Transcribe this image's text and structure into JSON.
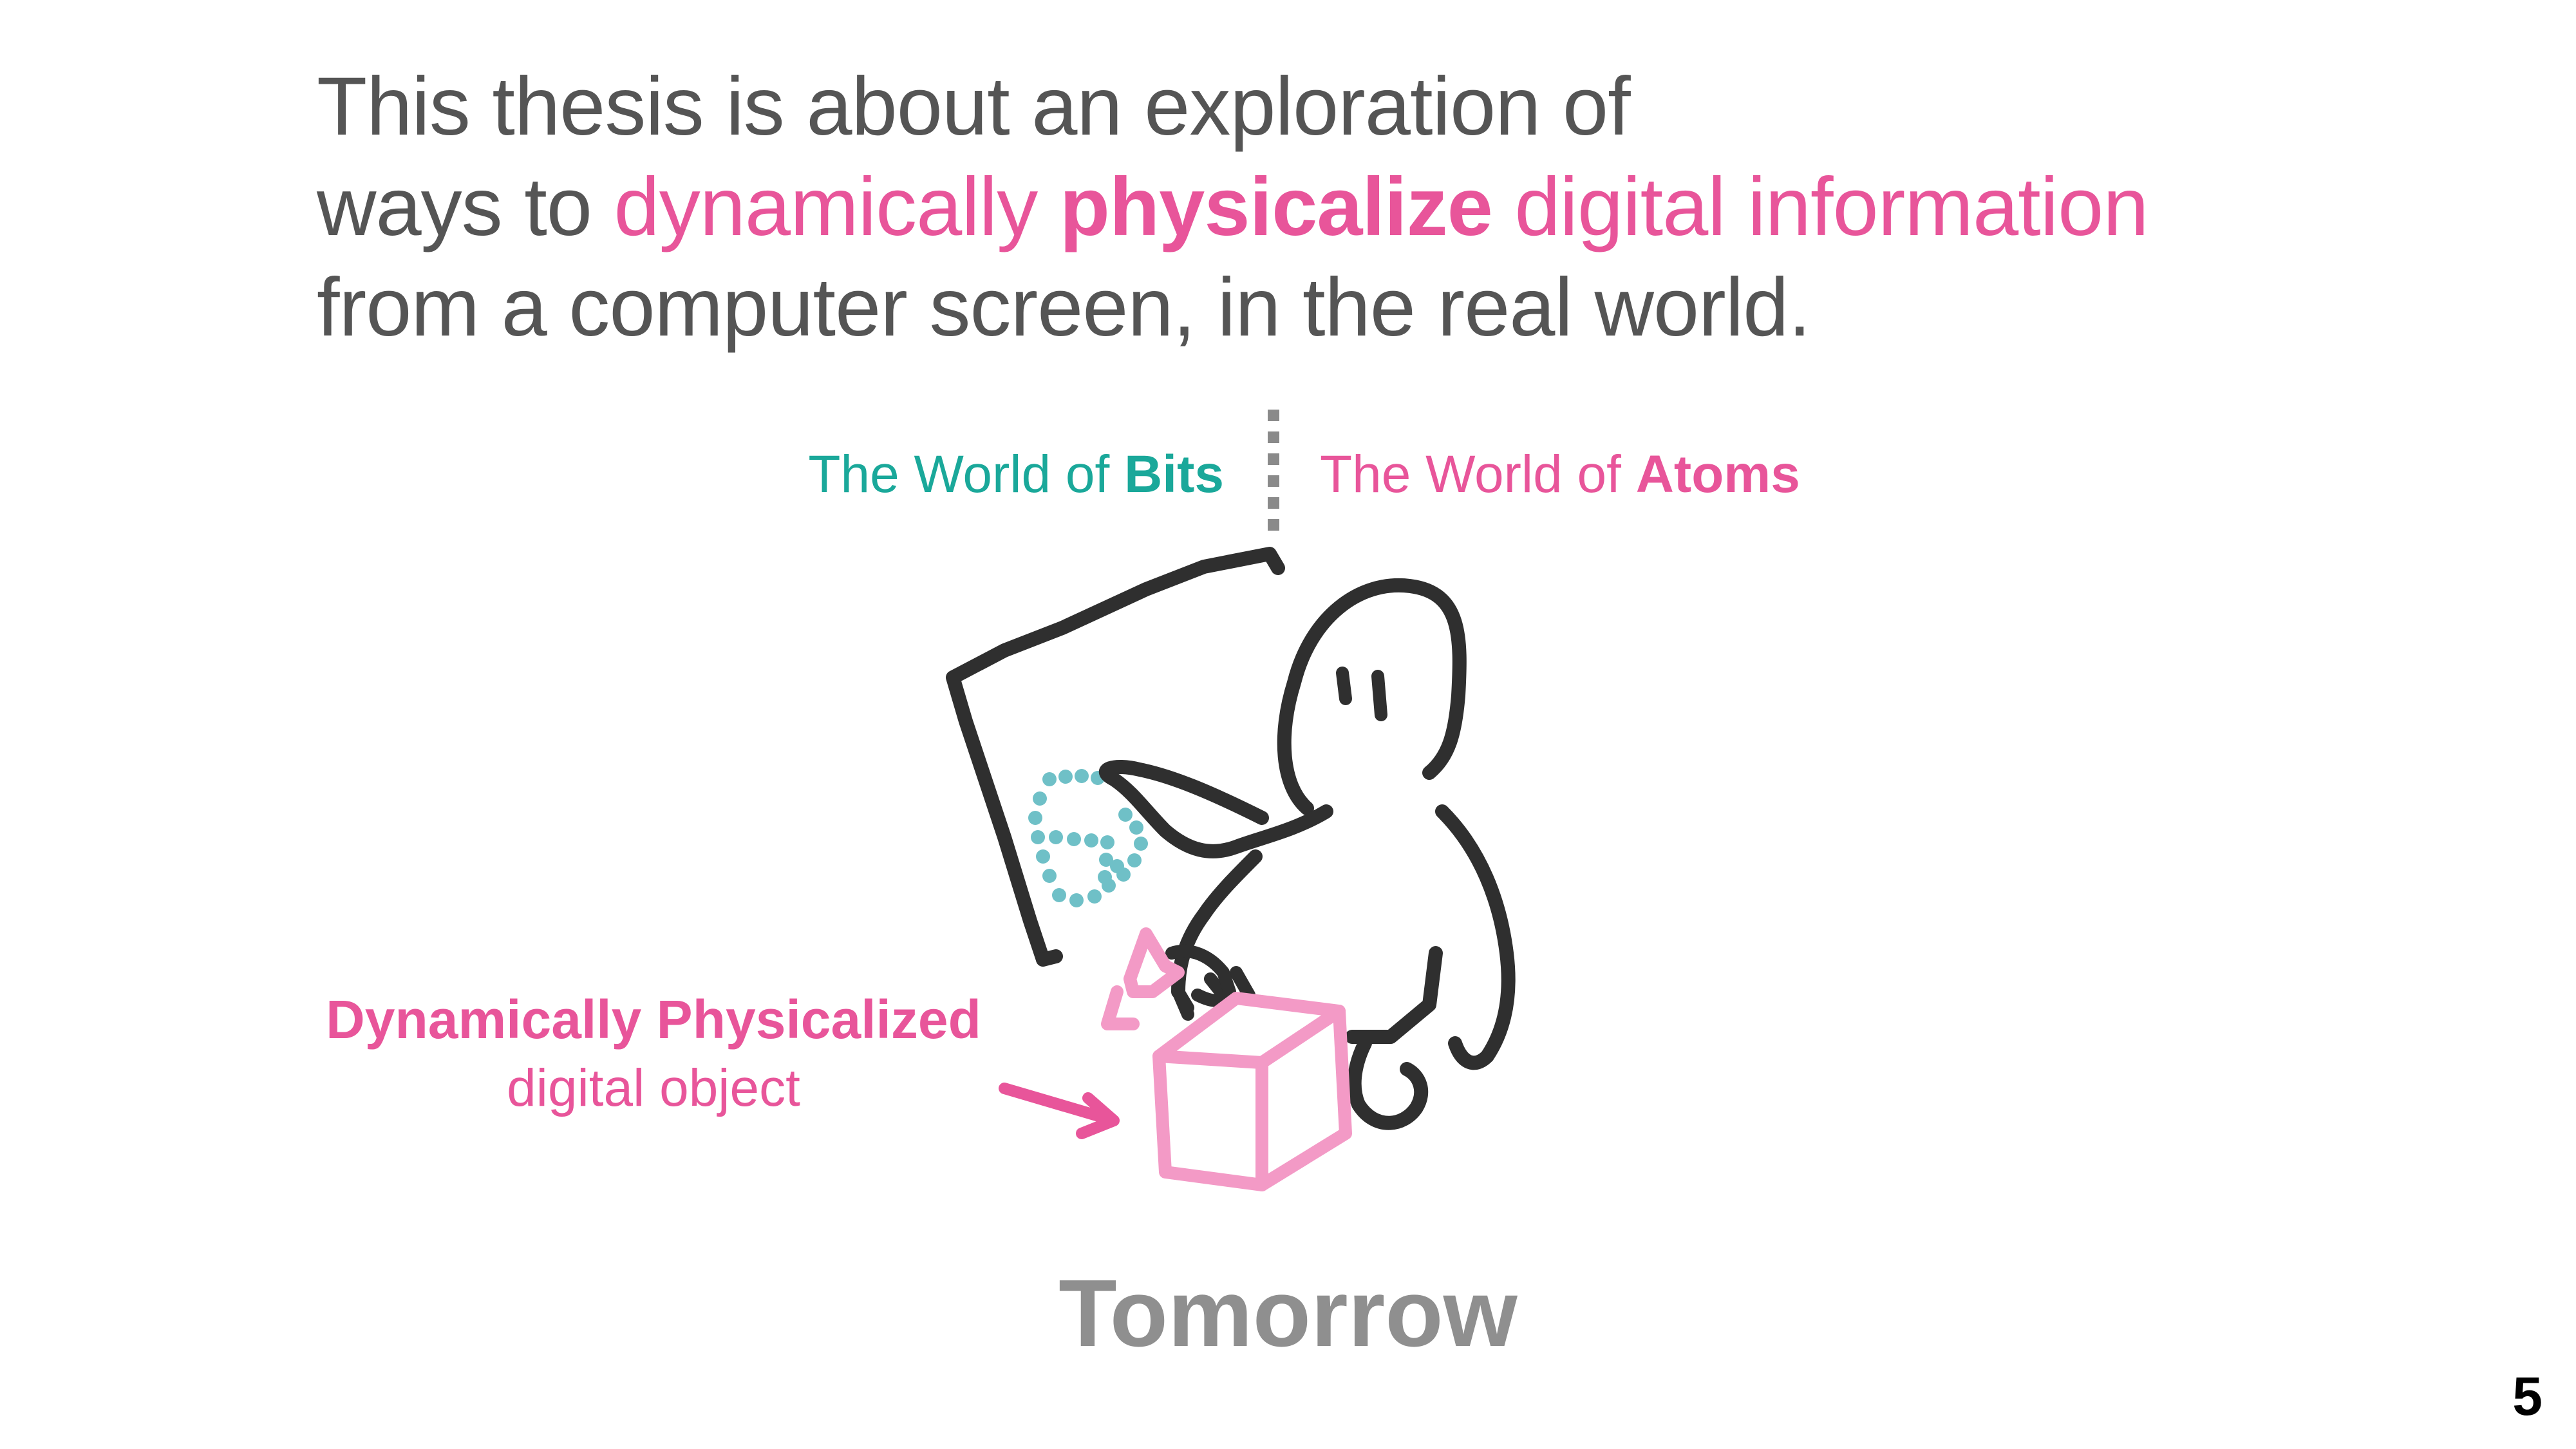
{
  "headline": {
    "line1": "This thesis is about an exploration of",
    "line2_pre": "ways to ",
    "line2_pink": "dynamically",
    "line2_space": " ",
    "line2_bold": "physicalize",
    "line2_post": " digital information",
    "line3": "from a computer screen, in the real world."
  },
  "worlds": {
    "bits_prefix": "The World of ",
    "bits_bold": "Bits",
    "atoms_prefix": "The World of ",
    "atoms_bold": "Atoms"
  },
  "caption": {
    "title": "Dynamically Physicalized",
    "subtitle": "digital object"
  },
  "footer_title": "Tomorrow",
  "page_number": "5",
  "colors": {
    "text_gray": "#555555",
    "pink": "#e8559a",
    "teal": "#1aa89a",
    "dots_teal": "#6fc0c7",
    "sketch_black": "#2f2f2f",
    "box_pink": "#f39ac6"
  }
}
